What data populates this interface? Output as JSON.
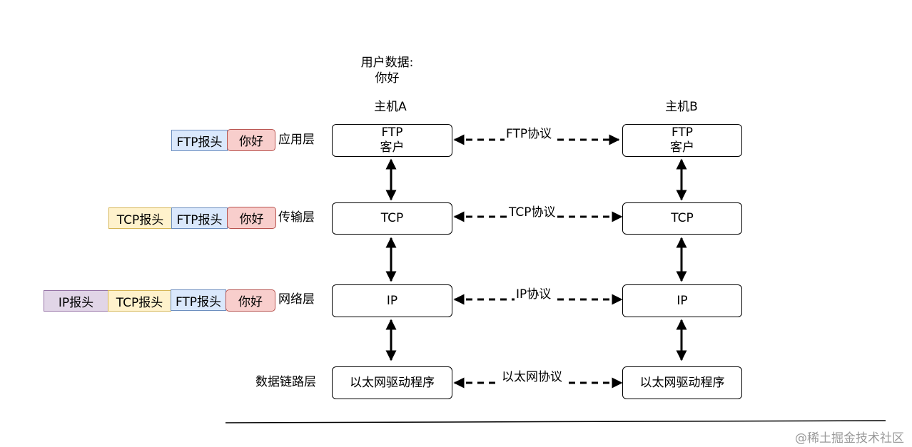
{
  "user_data": {
    "line1": "用户数据:",
    "line2": "你好"
  },
  "hosts": {
    "a": "主机A",
    "b": "主机B"
  },
  "layers": {
    "app": "应用层",
    "transport": "传输层",
    "network": "网络层",
    "link": "数据链路层"
  },
  "nodes": {
    "ftp_line1": "FTP",
    "ftp_line2": "客户",
    "tcp": "TCP",
    "ip": "IP",
    "eth": "以太网驱动程序"
  },
  "protocols": {
    "ftp": "FTP协议",
    "tcp": "TCP协议",
    "ip": "IP协议",
    "eth": "以太网协议"
  },
  "chips": {
    "ftp_header": "FTP报头",
    "tcp_header": "TCP报头",
    "ip_header": "IP报头",
    "data": "你好"
  },
  "colors": {
    "ftp_header_fill": "#dae8fc",
    "data_fill": "#f8cecc",
    "tcp_header_fill": "#fff2cc",
    "ip_header_fill": "#e1d5e7"
  },
  "watermark": "@稀土掘金技术社区"
}
